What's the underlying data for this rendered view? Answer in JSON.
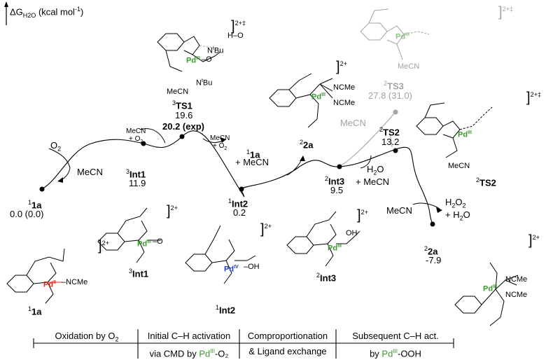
{
  "axis": {
    "label_prefix": "ΔG",
    "label_sub": "H2O",
    "label_unit": "(kcal mol",
    "label_exp": "-1",
    "label_close": ")"
  },
  "colors": {
    "pd_ii": "#e0241b",
    "pd_iii": "#3a9a2e",
    "pd_iv": "#1f3ec9",
    "gray": "#a3a3a3"
  },
  "profile": {
    "s1a": {
      "sup": "1",
      "name": "1a",
      "energy": "0.0 (0.0)"
    },
    "int1": {
      "sup": "3",
      "name": "Int1",
      "energy": "11.9"
    },
    "ts1": {
      "sup": "3",
      "name": "TS1",
      "energy": "19.6",
      "energy_exp": "20.2 (exp)"
    },
    "int2": {
      "sup": "1",
      "name": "Int2",
      "energy": "0.2"
    },
    "int3": {
      "sup": "2",
      "name": "Int3",
      "energy": "9.5"
    },
    "ts2": {
      "sup": "2",
      "name": "TS2",
      "energy": "13.2"
    },
    "ts3": {
      "sup": "2",
      "name": "TS3",
      "energy": "27.8 (31.0)"
    },
    "p2a": {
      "sup": "2",
      "name": "2a",
      "energy": "-7.9"
    }
  },
  "reagents": {
    "o2": "O",
    "o2_sub": "2",
    "mecn": "MeCN",
    "mecn_o2_top": "MeCN",
    "mecn_o2_bot": "+ O",
    "mecn_o2_sub": "2",
    "plus_1a_sup": "1",
    "plus_1a_name": "1a",
    "plus_mecn": "+ MeCN",
    "h2o": "H",
    "h2o_sub": "2",
    "h2o_tail": "O",
    "plus_mecn2": "+ MeCN",
    "mecn_gray": "MeCN",
    "mecn_right": "MeCN",
    "h2o2": "H",
    "h2o2_sub1": "2",
    "h2o2_mid": "O",
    "h2o2_sub2": "2",
    "plus_h2o": "+ H",
    "plus_h2o_sub": "2",
    "plus_h2o_tail": "O"
  },
  "structures": {
    "charge_2": "2+",
    "charge_2ts": "2+‡",
    "pd": "Pd",
    "ox_ii": "II",
    "ox_iii": "III",
    "ox_iv": "IV",
    "n": "N",
    "tbu_t": "t",
    "tbu": "Bu",
    "ncme": "NCMe",
    "mecn": "MeCN",
    "h": "H",
    "o": "O",
    "oh": "OH",
    "o_dot": "O•",
    "lbl_1a_sup": "1",
    "lbl_1a": "1a",
    "lbl_int1_sup": "3",
    "lbl_int1": "Int1",
    "lbl_int2_sup": "1",
    "lbl_int2": "Int2",
    "lbl_int3_sup": "2",
    "lbl_int3": "Int3",
    "lbl_2a_sup": "2",
    "lbl_2a": "2a",
    "lbl_ts2_sup": "2",
    "lbl_ts2": "TS2"
  },
  "stages": [
    {
      "line1": "Oxidation by O",
      "line1_sub": "2",
      "line2": "",
      "line2_pd": "",
      "line2_ox": "",
      "line2_tail": ""
    },
    {
      "line1": "Initial C–H activation",
      "line1_sub": "",
      "line2": "via CMD by ",
      "line2_pd": "Pd",
      "line2_ox": "III",
      "line2_tail": "-O₂"
    },
    {
      "line1": "Comproportionation",
      "line1_sub": "",
      "line2": "& Ligand exchange",
      "line2_pd": "",
      "line2_ox": "",
      "line2_tail": ""
    },
    {
      "line1": "Subsequent C–H act.",
      "line1_sub": "",
      "line2": "by ",
      "line2_pd": "Pd",
      "line2_ox": "III",
      "line2_tail": "-OOH"
    }
  ]
}
